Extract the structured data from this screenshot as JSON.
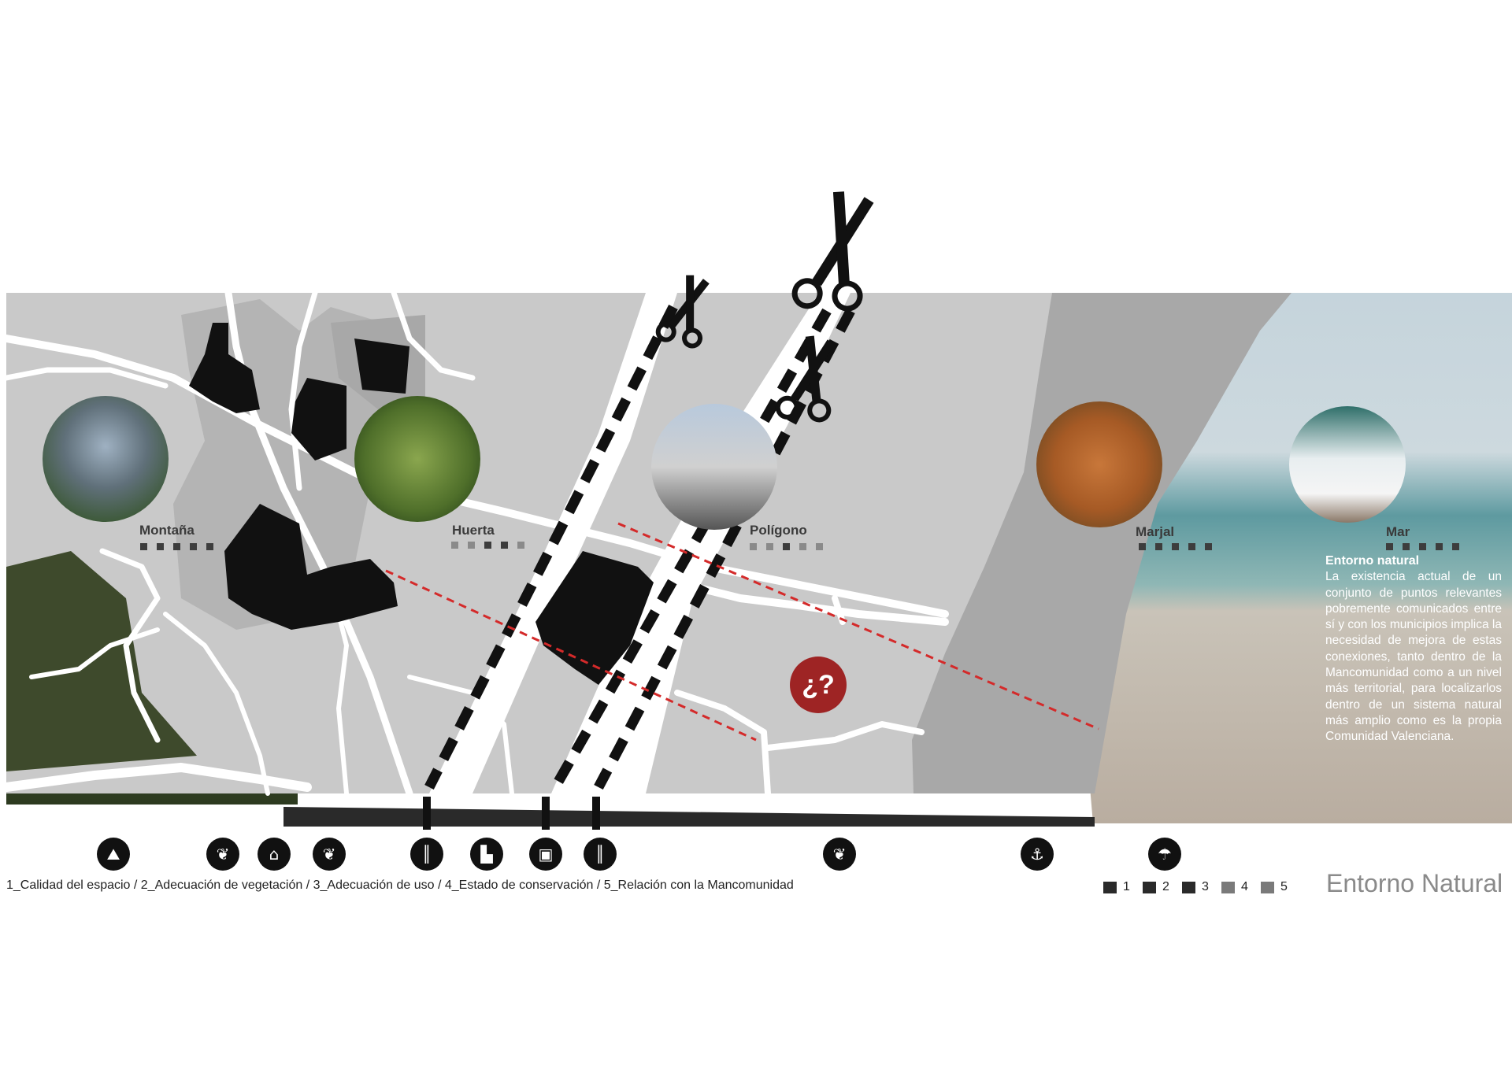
{
  "zones": [
    {
      "label": "Montaña",
      "ratings": [
        "#3d3d3d",
        "#3d3d3d",
        "#3d3d3d",
        "#3d3d3d",
        "#3d3d3d"
      ]
    },
    {
      "label": "Huerta",
      "ratings": [
        "#8a8a8a",
        "#8a8a8a",
        "#3d3d3d",
        "#3d3d3d",
        "#8a8a8a"
      ]
    },
    {
      "label": "Polígono",
      "ratings": [
        "#8a8a8a",
        "#8a8a8a",
        "#3d3d3d",
        "#8a8a8a",
        "#8a8a8a"
      ]
    },
    {
      "label": "Marjal",
      "ratings": [
        "#3d3d3d",
        "#3d3d3d",
        "#3d3d3d",
        "#3d3d3d",
        "#3d3d3d"
      ]
    },
    {
      "label": "Mar",
      "ratings": [
        "#3d3d3d",
        "#3d3d3d",
        "#3d3d3d",
        "#3d3d3d",
        "#3d3d3d"
      ]
    }
  ],
  "question_marker": "¿?",
  "text_box": {
    "heading": "Entorno natural",
    "body": "La existencia actual de un conjunto de puntos relevantes pobremente comunicados entre sí y con los municipios implica la necesidad de mejora de estas conexiones, tanto dentro de la Mancomunidad como a un nivel más territorial, para localizarlos dentro de un sistema natural más amplio como es la propia Comunidad Valenciana."
  },
  "bottom_icons": [
    {
      "name": "hiker-icon",
      "glyph": "⛰"
    },
    {
      "name": "vegetable-icon",
      "glyph": "❦"
    },
    {
      "name": "house-icon",
      "glyph": "⌂"
    },
    {
      "name": "vegetable-icon",
      "glyph": "❦"
    },
    {
      "name": "highway-icon",
      "glyph": "║"
    },
    {
      "name": "factory-icon",
      "glyph": "▙"
    },
    {
      "name": "train-icon",
      "glyph": "▣"
    },
    {
      "name": "highway-icon",
      "glyph": "║"
    },
    {
      "name": "vegetable-icon",
      "glyph": "❦"
    },
    {
      "name": "fisherman-icon",
      "glyph": "⚓"
    },
    {
      "name": "beach-umbrella-icon",
      "glyph": "☂"
    }
  ],
  "caption": "1_Calidad del espacio / 2_Adecuación de vegetación / 3_Adecuación de uso / 4_Estado de conservación / 5_Relación con la Mancomunidad",
  "legend": [
    {
      "label": "1",
      "color": "#2a2a2a"
    },
    {
      "label": "2",
      "color": "#2a2a2a"
    },
    {
      "label": "3",
      "color": "#2a2a2a"
    },
    {
      "label": "4",
      "color": "#7a7a7a"
    },
    {
      "label": "5",
      "color": "#7a7a7a"
    }
  ],
  "title": "Entorno Natural",
  "colors": {
    "map_grey": "#c9c9c9",
    "marsh_grey": "#a8a8a8",
    "dark": "#111111",
    "red_route": "#d42a2a",
    "question_red": "#9e2424"
  }
}
